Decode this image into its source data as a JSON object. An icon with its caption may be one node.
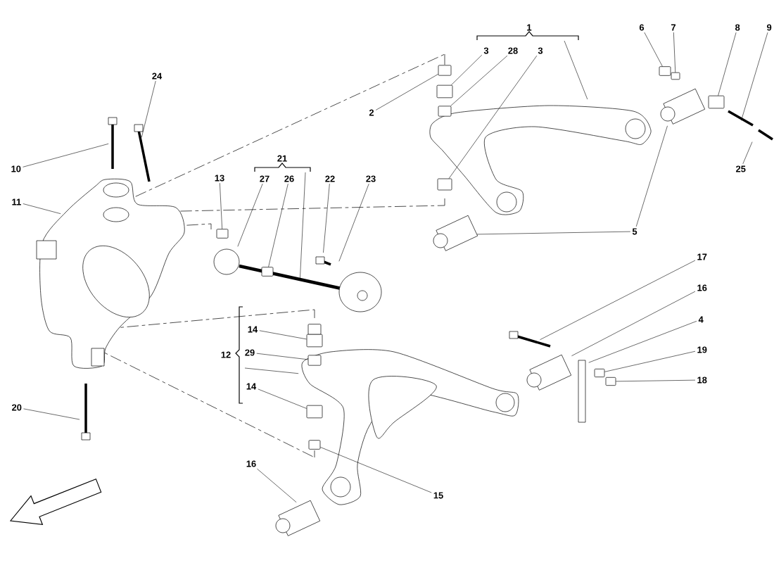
{
  "diagram": {
    "nodes": [
      {
        "text": [
          "1"
        ]
      },
      {
        "text": [
          "2"
        ]
      },
      {
        "text": [
          "3"
        ]
      },
      {
        "text": [
          "28"
        ]
      },
      {
        "text": [
          "3"
        ]
      },
      {
        "text": [
          "6"
        ]
      },
      {
        "text": [
          "7"
        ]
      },
      {
        "text": [
          "8"
        ]
      },
      {
        "text": [
          "9"
        ]
      },
      {
        "text": [
          "25"
        ]
      },
      {
        "text": [
          "5"
        ]
      },
      {
        "text": [
          "24"
        ]
      },
      {
        "text": [
          "10"
        ]
      },
      {
        "text": [
          "11"
        ]
      },
      {
        "text": [
          "21"
        ]
      },
      {
        "text": [
          "13"
        ]
      },
      {
        "text": [
          "27"
        ]
      },
      {
        "text": [
          "26"
        ]
      },
      {
        "text": [
          "22"
        ]
      },
      {
        "text": [
          "23"
        ]
      },
      {
        "text": [
          "12"
        ]
      },
      {
        "text": [
          "14"
        ]
      },
      {
        "text": [
          "29"
        ]
      },
      {
        "text": [
          "14"
        ]
      },
      {
        "text": [
          "15"
        ]
      },
      {
        "text": [
          "16"
        ]
      },
      {
        "text": [
          "20"
        ]
      },
      {
        "text": [
          "17"
        ]
      },
      {
        "text": [
          "16"
        ]
      },
      {
        "text": [
          "4"
        ]
      },
      {
        "text": [
          "19"
        ]
      },
      {
        "text": [
          "18"
        ]
      },
      {
        "text": [],
        "shape": "box"
      },
      {
        "text": [],
        "shape": "box"
      },
      {
        "text": [],
        "shape": "box"
      },
      {
        "text": [],
        "shape": "box"
      },
      {
        "text": [],
        "shape": "box"
      },
      {
        "text": [],
        "shape": "box"
      },
      {
        "text": [],
        "shape": "box"
      },
      {
        "text": [],
        "shape": "box"
      },
      {
        "text": [],
        "shape": "box"
      },
      {
        "text": [],
        "shape": "box"
      },
      {
        "text": [],
        "shape": "box"
      },
      {
        "text": [],
        "shape": "box"
      },
      {
        "text": [],
        "shape": "box"
      },
      {
        "text": [],
        "shape": "box"
      },
      {
        "text": [],
        "shape": "box"
      }
    ],
    "edges": [
      {
        "from": 0,
        "to": null,
        "arrow": "none"
      },
      {
        "from": 1,
        "to": 38,
        "arrow": "none"
      },
      {
        "from": 2,
        "to": 39,
        "arrow": "none"
      },
      {
        "from": 3,
        "to": 40,
        "arrow": "none"
      },
      {
        "from": 4,
        "to": 41,
        "arrow": "none"
      },
      {
        "from": 5,
        "to": 44,
        "arrow": "none"
      },
      {
        "from": 6,
        "to": 45,
        "arrow": "none"
      },
      {
        "from": 7,
        "to": 46,
        "arrow": "none"
      },
      {
        "from": 8,
        "to": null,
        "arrow": "none"
      },
      {
        "from": 9,
        "to": null,
        "arrow": "none"
      },
      {
        "from": 10,
        "to": null,
        "arrow": "none"
      },
      {
        "from": 10,
        "to": null,
        "arrow": "none"
      },
      {
        "from": 11,
        "to": null,
        "arrow": "none"
      },
      {
        "from": 12,
        "to": null,
        "arrow": "none"
      },
      {
        "from": 13,
        "to": null,
        "arrow": "none"
      },
      {
        "from": 14,
        "to": null,
        "arrow": "none"
      },
      {
        "from": 15,
        "to": 32,
        "arrow": "none"
      },
      {
        "from": 16,
        "to": null,
        "arrow": "none"
      },
      {
        "from": 17,
        "to": 33,
        "arrow": "none"
      },
      {
        "from": 18,
        "to": null,
        "arrow": "none"
      },
      {
        "from": 19,
        "to": null,
        "arrow": "none"
      },
      {
        "from": 20,
        "to": null,
        "arrow": "none"
      },
      {
        "from": 21,
        "to": 34,
        "arrow": "none"
      },
      {
        "from": 22,
        "to": 35,
        "arrow": "none"
      },
      {
        "from": 23,
        "to": 36,
        "arrow": "none"
      },
      {
        "from": 24,
        "to": 37,
        "arrow": "none"
      },
      {
        "from": 25,
        "to": null,
        "arrow": "none"
      },
      {
        "from": 26,
        "to": null,
        "arrow": "none"
      },
      {
        "from": 27,
        "to": null,
        "arrow": "none"
      },
      {
        "from": 28,
        "to": null,
        "arrow": "none"
      },
      {
        "from": 29,
        "to": null,
        "arrow": "none"
      },
      {
        "from": 30,
        "to": 42,
        "arrow": "none"
      },
      {
        "from": 31,
        "to": 43,
        "arrow": "none"
      }
    ]
  }
}
